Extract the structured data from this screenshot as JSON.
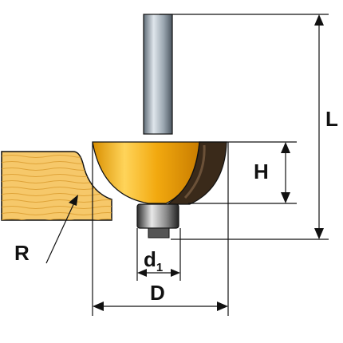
{
  "labels": {
    "L": "L",
    "H": "H",
    "R": "R",
    "D": "D",
    "d1_main": "d",
    "d1_sub": "1"
  },
  "colors": {
    "cutter_body": "#f2a90f",
    "cutter_highlight": "#ffe07a",
    "cutter_shadow": "#c97d00",
    "blade": "#3a2a1a",
    "shank": "#8d9aa5",
    "shank_highlight": "#dfe6ec",
    "wood": "#f6c86a",
    "wood_grain": "#d99a2b",
    "line": "#111111"
  }
}
